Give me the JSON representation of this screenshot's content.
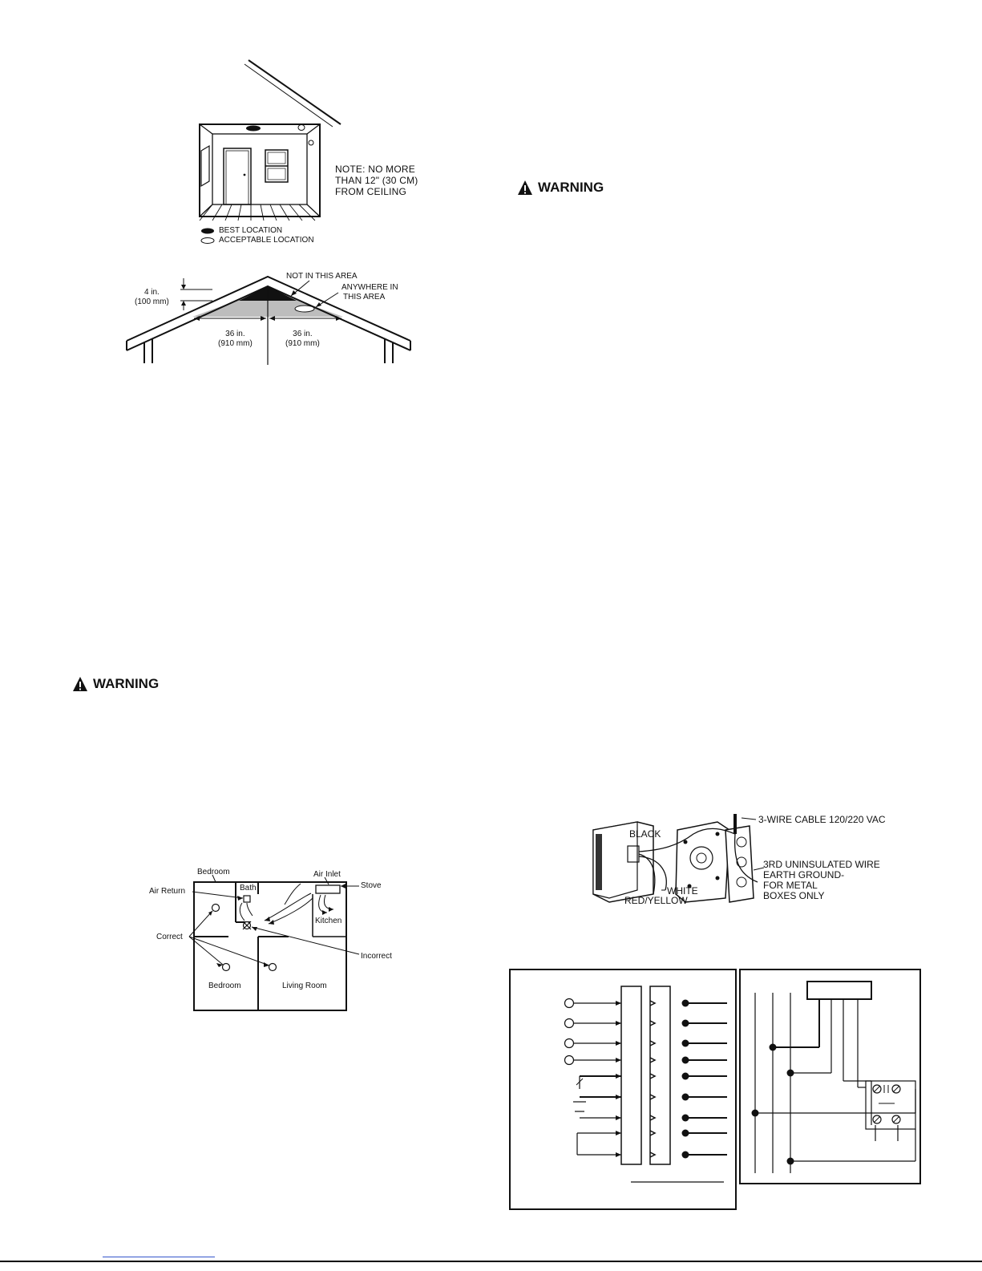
{
  "room_figure": {
    "note_lines": [
      "NOTE: NO MORE",
      "THAN 12\" (30 CM)",
      "FROM CEILING"
    ],
    "legend": {
      "best": "BEST LOCATION",
      "acceptable": "ACCEPTABLE LOCATION"
    }
  },
  "roof_figure": {
    "not_in_area": "NOT IN THIS AREA",
    "anywhere_line1": "ANYWHERE IN",
    "anywhere_line2": "THIS AREA",
    "gap_in": "4 in.",
    "gap_mm": "(100 mm)",
    "left_span_in": "36 in.",
    "left_span_mm": "(910 mm)",
    "right_span_in": "36 in.",
    "right_span_mm": "(910 mm)"
  },
  "warnings": {
    "left": "WARNING",
    "right": "WARNING"
  },
  "floorplan": {
    "bedroom_top": "Bedroom",
    "bath": "Bath",
    "air_inlet": "Air Inlet",
    "stove": "Stove",
    "air_return": "Air Return",
    "kitchen": "Kitchen",
    "correct": "Correct",
    "incorrect": "Incorrect",
    "bedroom_bottom": "Bedroom",
    "living_room": "Living Room"
  },
  "wiring_figure": {
    "black": "BLACK",
    "white": "WHITE",
    "red_yellow": "RED/YELLOW",
    "cable": "3-WIRE CABLE 120/220 VAC",
    "ground_lines": [
      "3RD UNINSULATED WIRE",
      "EARTH GROUND-",
      "FOR METAL",
      "BOXES ONLY"
    ]
  }
}
